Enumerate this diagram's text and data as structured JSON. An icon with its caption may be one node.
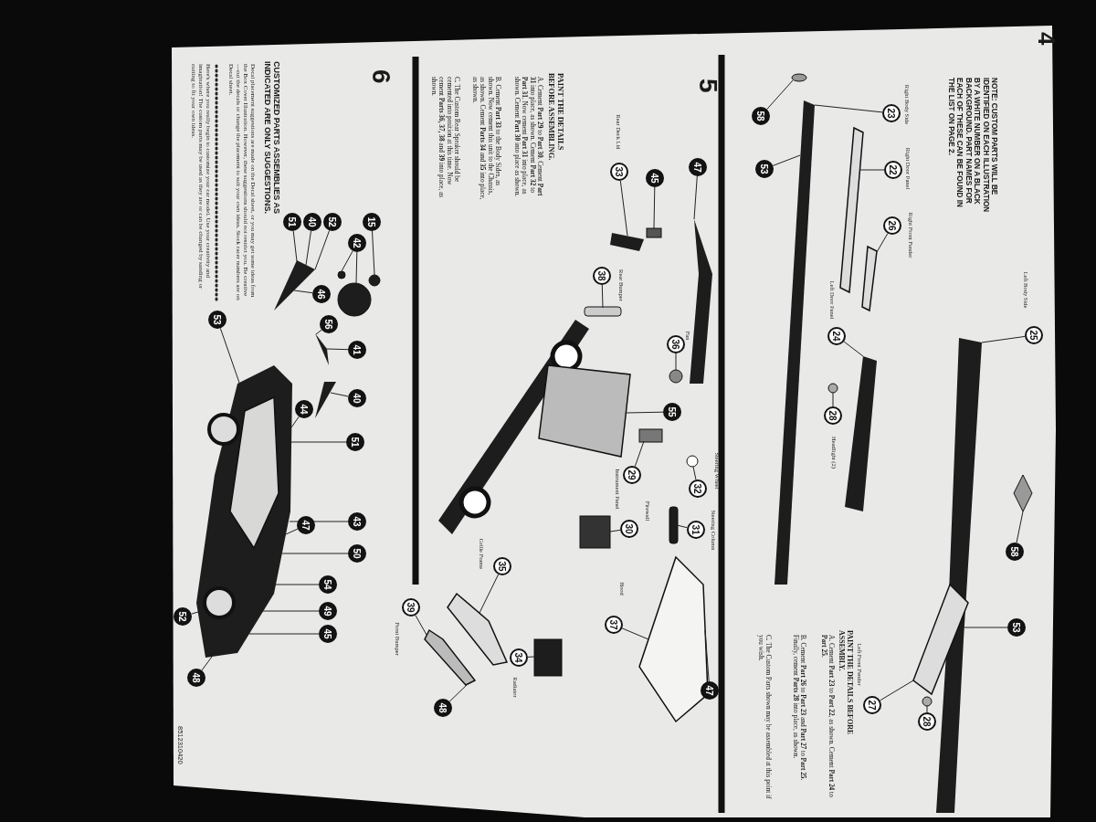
{
  "diagram": {
    "nodes": [
      {
        "text": [
          "15"
        ]
      },
      {
        "text": [
          "42"
        ]
      },
      {
        "text": [
          "52"
        ]
      },
      {
        "text": [
          "40"
        ]
      },
      {
        "text": [
          "51"
        ]
      },
      {
        "text": [
          "46"
        ]
      },
      {
        "text": [
          "56"
        ]
      },
      {
        "text": [
          "41"
        ]
      },
      {
        "text": [
          "40"
        ]
      },
      {
        "text": [
          "44"
        ]
      },
      {
        "text": [
          "51"
        ]
      },
      {
        "text": [
          "53"
        ]
      },
      {
        "text": [
          "47"
        ]
      },
      {
        "text": [
          "43"
        ]
      },
      {
        "text": [
          "50"
        ]
      },
      {
        "text": [
          "54"
        ]
      },
      {
        "text": [
          "49"
        ]
      },
      {
        "text": [
          "45"
        ]
      },
      {
        "text": [
          "48"
        ]
      },
      {
        "text": [
          "52"
        ]
      },
      {
        "text": [
          "47"
        ]
      },
      {
        "text": [
          "45"
        ]
      },
      {
        "text": [
          "33"
        ],
        "beside": [
          "Rear Deck Lid"
        ]
      },
      {
        "text": [
          "38"
        ],
        "beside": [
          "Rear Bumper"
        ]
      },
      {
        "text": [
          "36"
        ],
        "beside": [
          "Fan"
        ]
      },
      {
        "text": [
          "55"
        ]
      },
      {
        "text": [
          "29"
        ],
        "beside": [
          "Instrument Panel"
        ]
      },
      {
        "text": [
          "32"
        ],
        "beside": [
          "Steering Wheel"
        ]
      },
      {
        "text": [
          "31"
        ],
        "beside": [
          "Steering Column"
        ]
      },
      {
        "text": [
          "30"
        ],
        "beside": [
          "Firewall"
        ]
      },
      {
        "text": [
          "35"
        ],
        "beside": [
          "Grille Frame"
        ]
      },
      {
        "text": [
          "37"
        ],
        "beside": [
          "Hood"
        ]
      },
      {
        "text": [
          "39"
        ],
        "beside": [
          "Front Bumper"
        ]
      },
      {
        "text": [
          "48"
        ]
      },
      {
        "text": [
          "34"
        ],
        "beside": [
          "Radiator"
        ]
      },
      {
        "text": [
          "47"
        ]
      },
      {
        "text": [
          "58"
        ]
      },
      {
        "text": [
          "53"
        ]
      },
      {
        "text": [
          "23"
        ],
        "beside": [
          "Right Body Side"
        ]
      },
      {
        "text": [
          "22"
        ],
        "beside": [
          "Right Door Panel"
        ]
      },
      {
        "text": [
          "26"
        ],
        "beside": [
          "Right Front Fender"
        ]
      },
      {
        "text": [
          "25"
        ],
        "beside": [
          "Left Body Side"
        ]
      },
      {
        "text": [
          "24"
        ],
        "beside": [
          "Left Door Panel"
        ]
      },
      {
        "text": [
          "28"
        ],
        "beside": [
          "Headlight (2)"
        ]
      },
      {
        "text": [
          "58"
        ]
      },
      {
        "text": [
          "53"
        ]
      },
      {
        "text": [
          "27"
        ],
        "beside": [
          "Left Front Fender"
        ]
      },
      {
        "text": [
          "28"
        ]
      },
      {
        "text": [],
        "shape": "picture"
      },
      {
        "text": [],
        "shape": "picture"
      },
      {
        "text": [],
        "shape": "circle"
      },
      {
        "text": [],
        "shape": "circle"
      },
      {
        "text": [],
        "shape": "circle"
      },
      {
        "text": [],
        "shape": "picture"
      },
      {
        "text": [],
        "shape": "picture"
      },
      {
        "text": [],
        "shape": "picture"
      },
      {
        "text": [],
        "shape": "box"
      },
      {
        "text": [],
        "shape": "picture"
      },
      {
        "text": [],
        "shape": "bar"
      },
      {
        "text": [],
        "shape": "circle"
      },
      {
        "text": [],
        "shape": "picture"
      },
      {
        "text": [],
        "shape": "box"
      },
      {
        "text": [],
        "shape": "circle"
      },
      {
        "text": [],
        "shape": "bar"
      },
      {
        "text": [],
        "shape": "box"
      },
      {
        "text": [],
        "shape": "picture"
      },
      {
        "text": [],
        "shape": "picture"
      },
      {
        "text": [],
        "shape": "box"
      },
      {
        "text": [],
        "shape": "picture"
      },
      {
        "text": [],
        "shape": "circle"
      },
      {
        "text": [],
        "shape": "picture"
      },
      {
        "text": [],
        "shape": "picture"
      },
      {
        "text": [],
        "shape": "picture"
      },
      {
        "text": [],
        "shape": "circle"
      },
      {
        "text": [],
        "shape": "picture"
      },
      {
        "text": [],
        "shape": "picture"
      },
      {
        "text": [],
        "shape": "diamond"
      },
      {
        "text": [],
        "shape": "picture"
      },
      {
        "text": [],
        "shape": "circle"
      }
    ],
    "edges": [
      {
        "from": 0,
        "to": 50,
        "arrow": "none"
      },
      {
        "from": 1,
        "to": 52,
        "arrow": "none"
      },
      {
        "from": 1,
        "to": 51,
        "arrow": "none"
      },
      {
        "from": 2,
        "to": 49,
        "arrow": "none"
      },
      {
        "from": 3,
        "to": 49,
        "arrow": "none"
      },
      {
        "from": 4,
        "to": 49,
        "arrow": "none"
      },
      {
        "from": 5,
        "to": 49,
        "arrow": "none"
      },
      {
        "from": 6,
        "to": 53,
        "arrow": "none"
      },
      {
        "from": 7,
        "to": 53,
        "arrow": "none"
      },
      {
        "from": 8,
        "to": 54,
        "arrow": "none"
      },
      {
        "from": 9,
        "to": 48,
        "arrow": "none"
      },
      {
        "from": 10,
        "to": 48,
        "arrow": "none"
      },
      {
        "from": 11,
        "to": 48,
        "arrow": "none"
      },
      {
        "from": 12,
        "to": 48,
        "arrow": "none"
      },
      {
        "from": 13,
        "to": 48,
        "arrow": "none"
      },
      {
        "from": 14,
        "to": 48,
        "arrow": "none"
      },
      {
        "from": 15,
        "to": 48,
        "arrow": "none"
      },
      {
        "from": 16,
        "to": 48,
        "arrow": "none"
      },
      {
        "from": 17,
        "to": 48,
        "arrow": "none"
      },
      {
        "from": 18,
        "to": 48,
        "arrow": "none"
      },
      {
        "from": 19,
        "to": 48,
        "arrow": "none"
      },
      {
        "from": 20,
        "to": 57,
        "arrow": "none"
      },
      {
        "from": 21,
        "to": 56,
        "arrow": "none"
      },
      {
        "from": 22,
        "to": 55,
        "arrow": "none"
      },
      {
        "from": 23,
        "to": 58,
        "arrow": "none"
      },
      {
        "from": 24,
        "to": 59,
        "arrow": "none"
      },
      {
        "from": 25,
        "to": 60,
        "arrow": "none"
      },
      {
        "from": 26,
        "to": 61,
        "arrow": "none"
      },
      {
        "from": 27,
        "to": 62,
        "arrow": "none"
      },
      {
        "from": 28,
        "to": 63,
        "arrow": "none"
      },
      {
        "from": 29,
        "to": 64,
        "arrow": "none"
      },
      {
        "from": 30,
        "to": 65,
        "arrow": "none"
      },
      {
        "from": 31,
        "to": 68,
        "arrow": "none"
      },
      {
        "from": 32,
        "to": 66,
        "arrow": "none"
      },
      {
        "from": 33,
        "to": 66,
        "arrow": "none"
      },
      {
        "from": 34,
        "to": 67,
        "arrow": "none"
      },
      {
        "from": 35,
        "to": 68,
        "arrow": "none"
      },
      {
        "from": 36,
        "to": 69,
        "arrow": "none"
      },
      {
        "from": 37,
        "to": 70,
        "arrow": "none"
      },
      {
        "from": 38,
        "to": 70,
        "arrow": "none"
      },
      {
        "from": 39,
        "to": 71,
        "arrow": "none"
      },
      {
        "from": 40,
        "to": 72,
        "arrow": "none"
      },
      {
        "from": 41,
        "to": 75,
        "arrow": "none"
      },
      {
        "from": 42,
        "to": 74,
        "arrow": "none"
      },
      {
        "from": 43,
        "to": 73,
        "arrow": "none"
      },
      {
        "from": 44,
        "to": 76,
        "arrow": "none"
      },
      {
        "from": 45,
        "to": 75,
        "arrow": "none"
      },
      {
        "from": 46,
        "to": 77,
        "arrow": "none"
      },
      {
        "from": 47,
        "to": 78,
        "arrow": "none"
      }
    ],
    "labels": [
      "6",
      "CUSTOMIZED PARTS ASSEMBLIES AS INDICATED ARE ONLY SUGGESTIONS.",
      "Decal placement suggestions are made on the Decal sheet, or you may get some ideas from the Box Cover Illustration. However, these suggestions should not restrict you. Be creative—cut the decals or change the placement to suit your own ideas. Stock racer numbers are on Decal sheet.",
      "Here's where you really begin to customize your car model. Use your creativity and imagination! The custom parts may be used as they are or can be changed by sanding or cutting to fit your own ideas.",
      "8512310420",
      "5",
      "PAINT THE DETAILS BEFORE ASSEMBLING.",
      "A. Cement **Part 29** to **Part 30**. Cement **Part 31** into place, as shown. Cement **Part 32** to **Part 31**. Now cement **Part 31** into place, as shown. Cement **Part 30** into place as shown.",
      "B. Cement **Part 33** to the Body Sides, as shown. Now cement this unit to the Chassis, as shown. Cement **Parts 34** and **35** into place, as shown.",
      "C. The Custom Rear Speaker should be cemented into position at this time. Now cement **Parts 36, 37, 38** and **39** into place, as shown.",
      "4",
      "NOTE: CUSTOM PARTS WILL BE IDENTIFIED ON EACH ILLUSTRATION BY A WHITE NUMBER ON A BLACK BACKGROUND. PART NAMES FOR EACH OF THESE CAN BE FOUND IN THE LIST ON PAGE 2.",
      "PAINT THE DETAILS BEFORE ASSEMBLY.",
      "A. Cement **Part 23** to **Part 22**, as shown. Cement **Part 24** to **Part 25**.",
      "B. Cement **Part 26** to **Part 23** and **Part 27** to **Part 25**. Finally, cement **Parts 28** into place, as shown.",
      "C. The Custom Parts shown may be assembled at this point if you wish."
    ]
  }
}
